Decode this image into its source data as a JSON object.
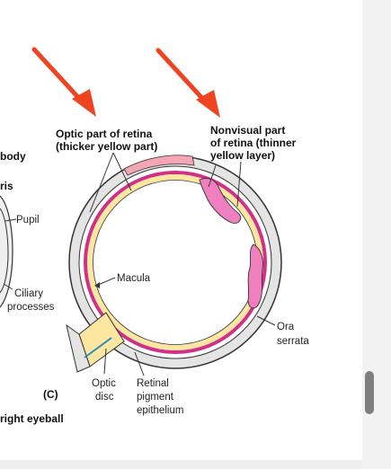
{
  "labels": {
    "body_fragment": "body",
    "iris_fragment": "ris",
    "pupil": "Pupil",
    "ciliary_line1": "Ciliary",
    "ciliary_line2": "processes",
    "panel_letter": "(C)",
    "caption_fragment": "right eyeball",
    "optic_part_line1": "Optic part of retina",
    "optic_part_line2": "(thicker yellow part)",
    "nonvisual_line1": "Nonvisual part",
    "nonvisual_line2": "of retina (thinner",
    "nonvisual_line3": "yellow layer)",
    "macula": "Macula",
    "ora_line1": "Ora",
    "ora_line2": "serrata",
    "optic_disc_line1": "Optic",
    "optic_disc_line2": "disc",
    "rpe_line1": "Retinal",
    "rpe_line2": "pigment",
    "rpe_line3": "epithelium"
  },
  "colors": {
    "arrow": "#ee4422",
    "retina_yellow": "#fde7a0",
    "pigment_magenta": "#d02f8a",
    "sclera_gray": "#e4e4e4",
    "outline": "#333333",
    "scrollbar_thumb": "#7f7f7f"
  }
}
